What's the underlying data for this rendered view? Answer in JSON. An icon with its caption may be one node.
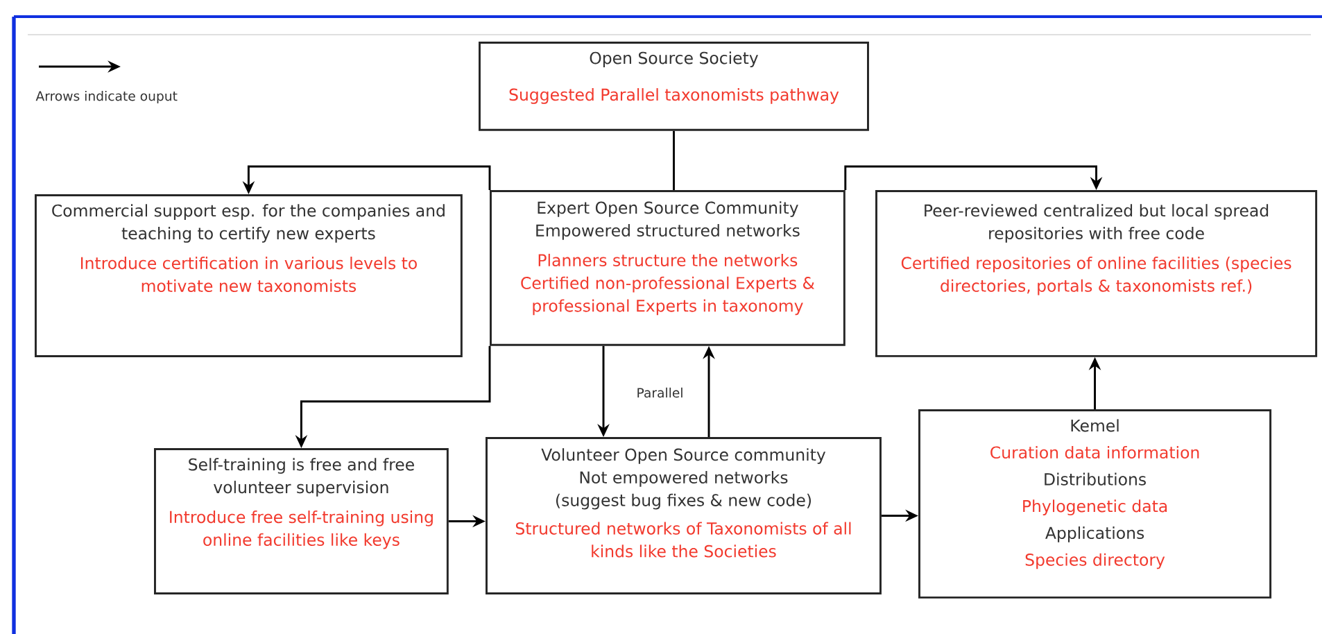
{
  "diagram": {
    "nodes": [
      {
        "text": [
          "Open Source Society",
          "Suggested Parallel taxonomists pathway"
        ]
      },
      {
        "text": [
          "Commercial support esp. for the companies and teaching to certify new experts",
          "Introduce certification in various levels to motivate new taxonomists"
        ]
      },
      {
        "text": [
          "Expert Open Source Community",
          "Empowered structured networks",
          "Planners structure the networks",
          "Certified non-professional Experts & professional Experts in taxonomy"
        ]
      },
      {
        "text": [
          "Peer-reviewed centralized but local spread repositories with free code",
          "Certified repositories of online facilities (species directories, portals & taxonomists ref.)"
        ]
      },
      {
        "text": [
          "Self-training is free and free volunteer supervision",
          "Introduce free self-training using online facilities like keys"
        ]
      },
      {
        "text": [
          "Volunteer Open Source community",
          "Not empowered networks",
          "(suggest bug fixes & new code)",
          "Structured networks of Taxonomists of all kinds like the Societies"
        ]
      },
      {
        "text": [
          "Kemel",
          "Curation data information",
          "Distributions",
          "Phylogenetic data",
          "Applications",
          "Species directory"
        ]
      }
    ],
    "edges": [
      {
        "from": 0,
        "to": 2,
        "arrow": "none"
      },
      {
        "from": 2,
        "to": 1,
        "arrow": "to"
      },
      {
        "from": 2,
        "to": 4,
        "arrow": "to"
      },
      {
        "from": 2,
        "to": 3,
        "arrow": "to"
      },
      {
        "from": 2,
        "to": 5,
        "arrow": "to"
      },
      {
        "from": 5,
        "to": 2,
        "arrow": "to"
      },
      {
        "from": 4,
        "to": 5,
        "arrow": "to"
      },
      {
        "from": 5,
        "to": 6,
        "arrow": "to"
      },
      {
        "from": 6,
        "to": 3,
        "arrow": "to"
      }
    ],
    "labels": [
      "Parallel"
    ],
    "legend": [
      {
        "text": "Arrows indicate ouput"
      }
    ]
  }
}
